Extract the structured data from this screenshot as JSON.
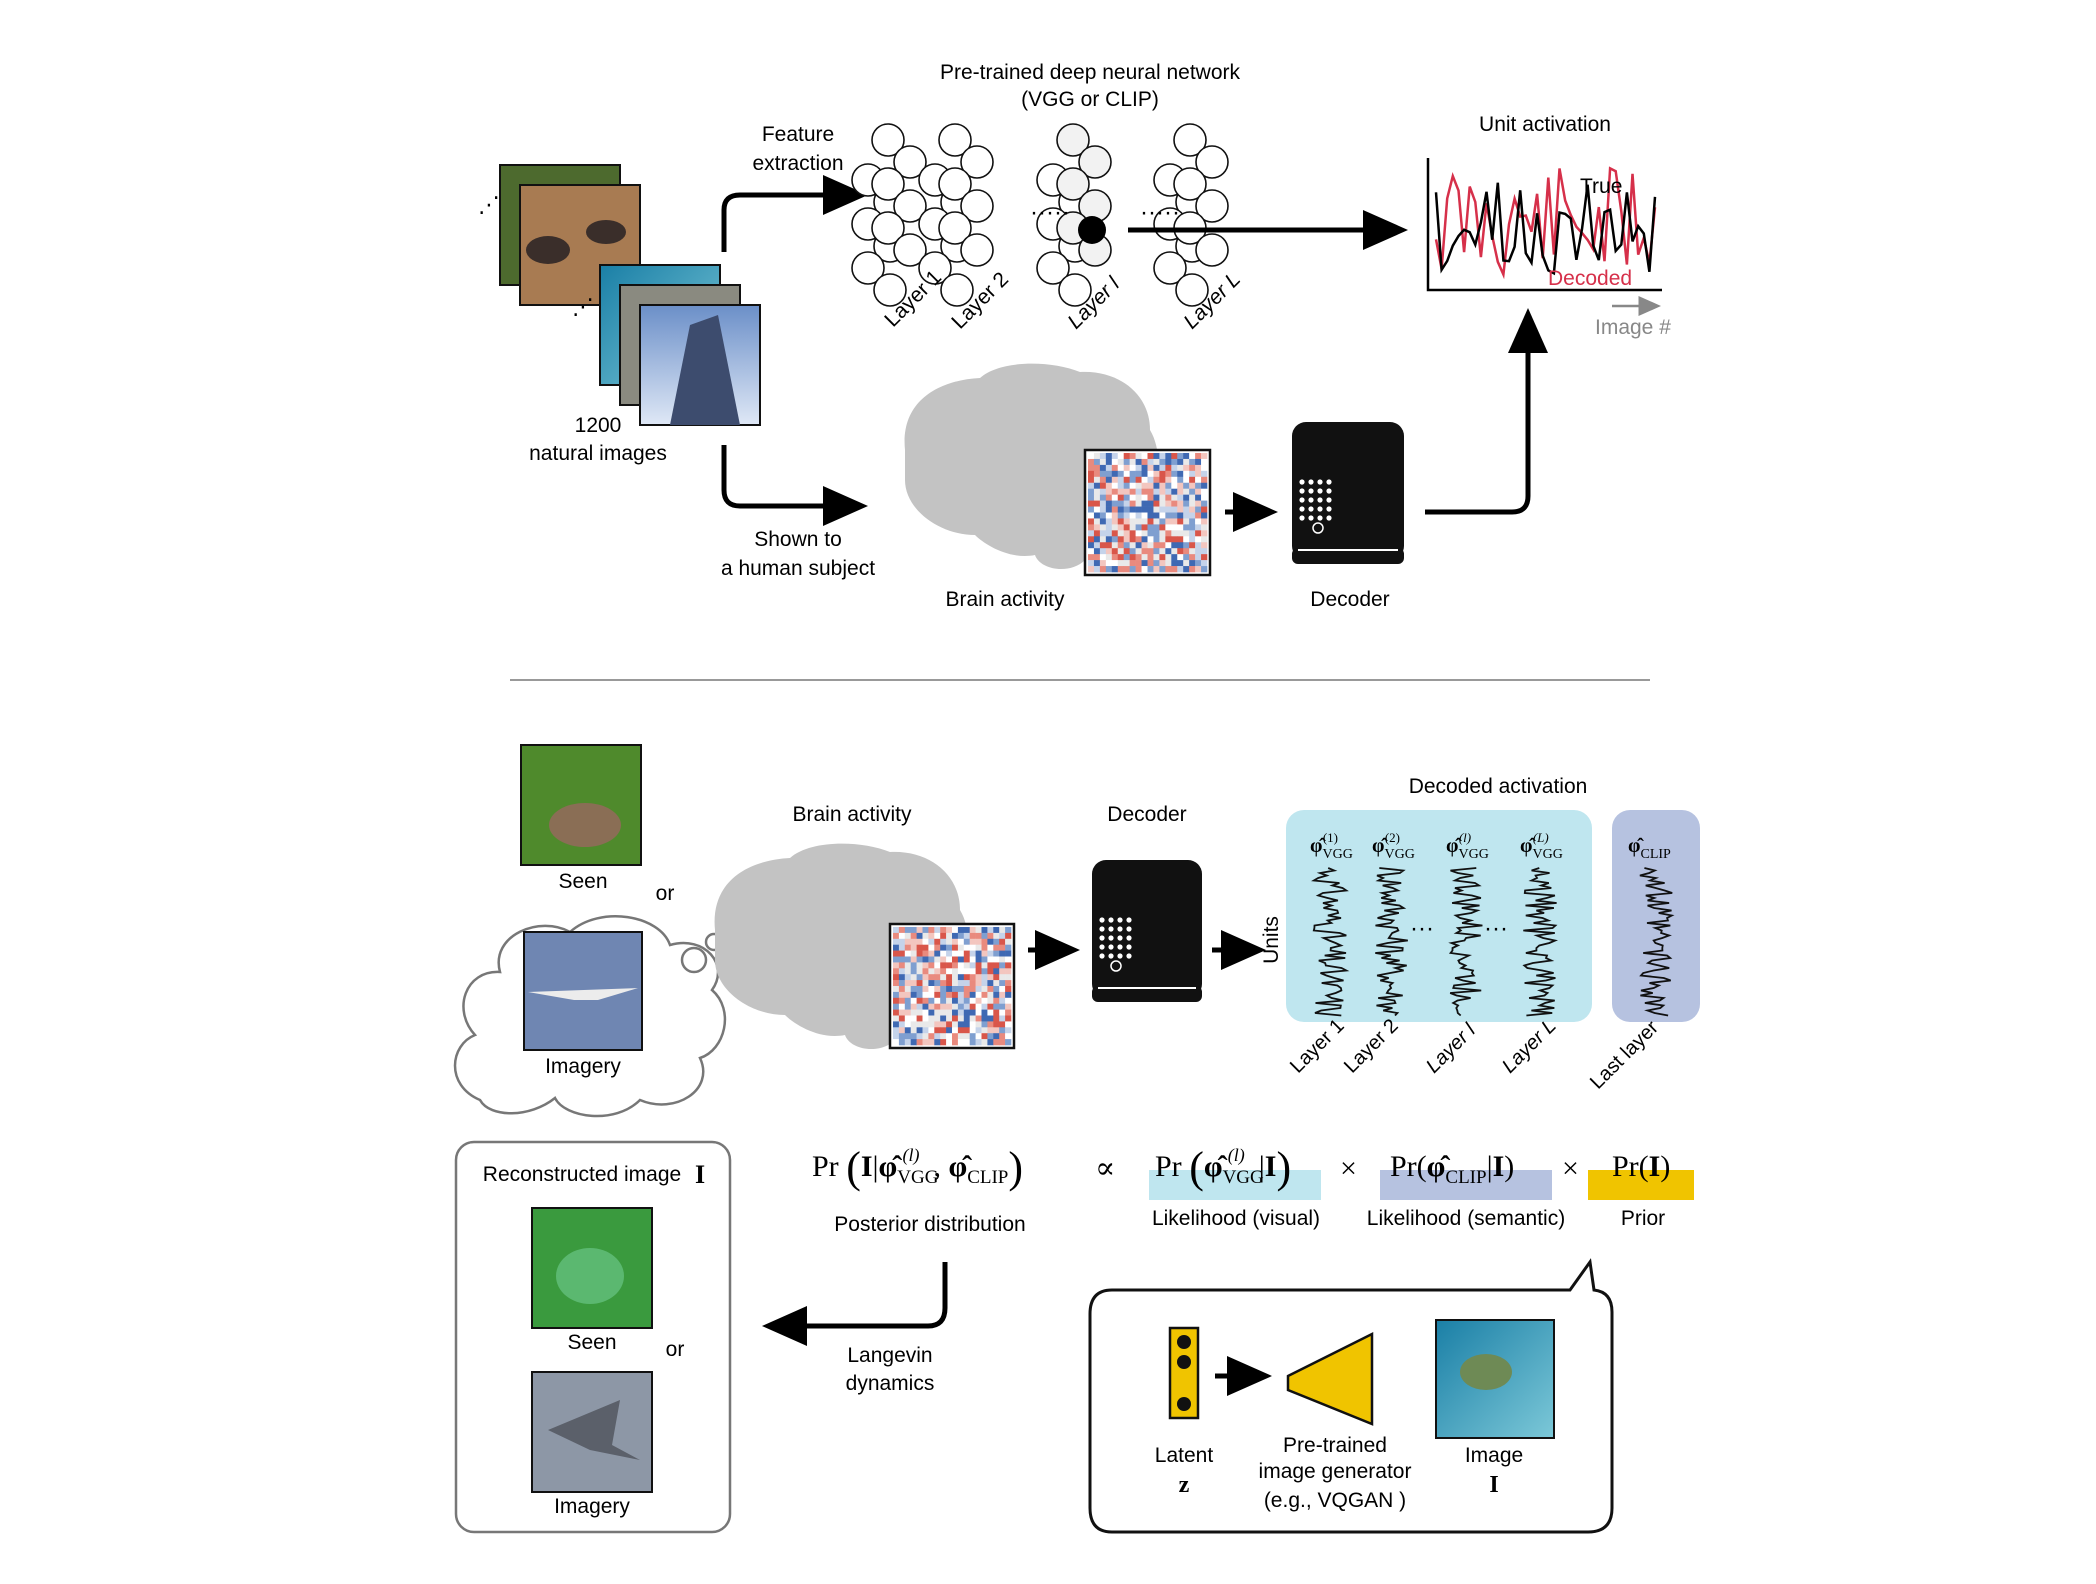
{
  "top_panel": {
    "images_count": "1200",
    "images_label": "natural images",
    "feature_extraction": [
      "Feature",
      "extraction"
    ],
    "network_title": [
      "Pre-trained deep neural network",
      "(VGG or CLIP)"
    ],
    "layers": [
      "Layer 1",
      "Layer 2",
      "Layer l",
      "Layer L"
    ],
    "unit_activation_title": "Unit activation",
    "legend_true": "True",
    "legend_decoded": "Decoded",
    "x_axis": "Image #",
    "shown_to": [
      "Shown to",
      "a human subject"
    ],
    "brain_activity": "Brain activity",
    "decoder": "Decoder"
  },
  "bottom_panel": {
    "seen": "Seen",
    "or": "or",
    "imagery": "Imagery",
    "brain_activity": "Brain activity",
    "decoder": "Decoder",
    "decoded_activation": "Decoded activation",
    "units": "Units",
    "layers": [
      "Layer 1",
      "Layer 2",
      "Layer l",
      "Layer L",
      "Last layer"
    ],
    "reconstructed_title": "Reconstructed image",
    "seen_recon": "Seen",
    "imagery_recon": "Imagery",
    "posterior": "Posterior distribution",
    "langevin": [
      "Langevin",
      "dynamics"
    ],
    "likelihood_visual": "Likelihood (visual)",
    "likelihood_semantic": "Likelihood (semantic)",
    "prior": "Prior",
    "latent": "Latent",
    "latent_symbol": "z",
    "generator": [
      "Pre-trained",
      "image generator",
      "(e.g., VQGAN )"
    ],
    "image": "Image",
    "image_symbol": "I"
  },
  "colors": {
    "red_decoded": "#d6304a",
    "visual_box": "#bfe6ef",
    "semantic_box": "#b6c2e0",
    "prior_box": "#f0c400",
    "brain_gray": "#c3c3c3",
    "generator_yellow": "#f0c400"
  }
}
